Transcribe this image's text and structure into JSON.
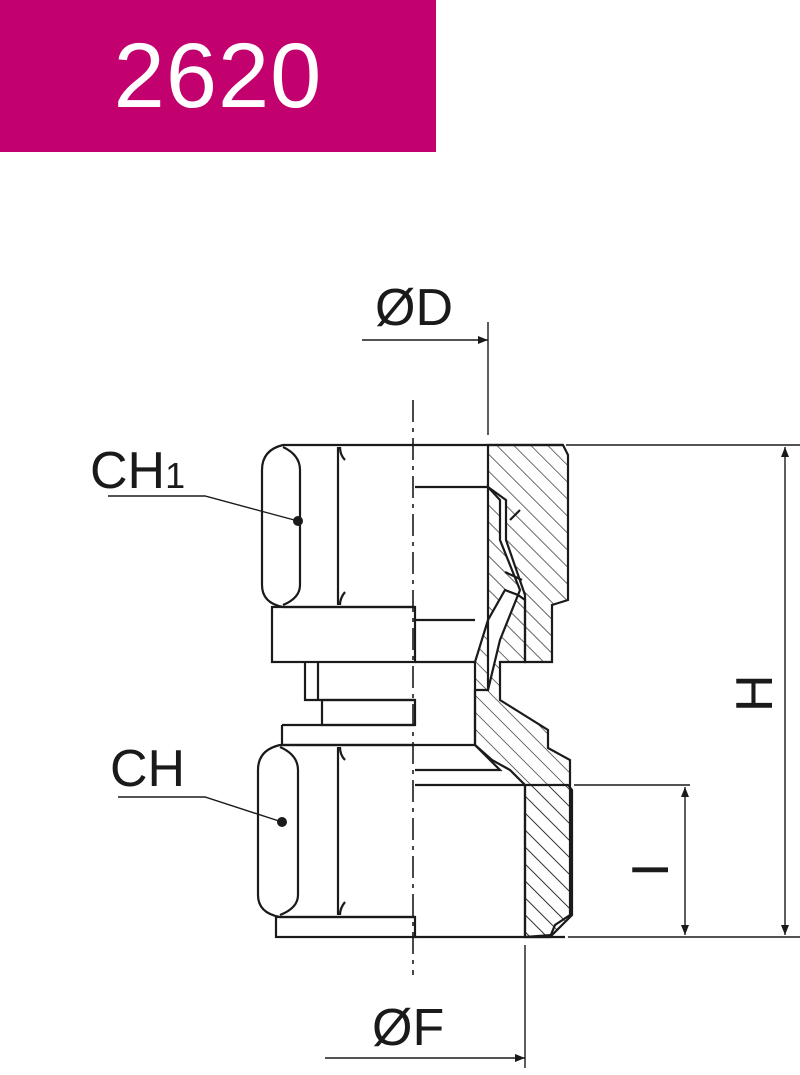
{
  "header": {
    "code": "2620",
    "color": "#c2006e"
  },
  "labels": {
    "bore_diameter": "ØD",
    "hex_upper": "CH",
    "hex_upper_sub": "1",
    "hex_lower": "CH",
    "total_height": "H",
    "thread_length": "I",
    "outer_diameter": "ØF"
  },
  "colors": {
    "line": "#1a1a1a",
    "background": "#ffffff"
  }
}
